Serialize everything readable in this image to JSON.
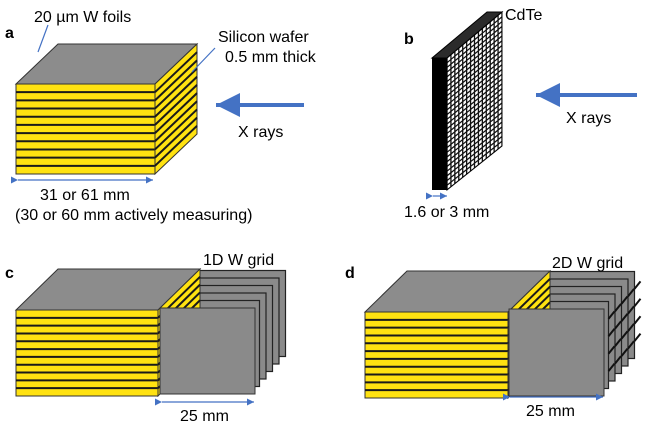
{
  "colors": {
    "yellow": "#FFE211",
    "stripe": "#1a1a1a",
    "gray_top": "#8c8c8c",
    "gray_plate": "#8a8a8a",
    "arrow_blue": "#4472C4",
    "cdte_front": "#000000"
  },
  "panels": {
    "a": {
      "letter": "a",
      "label_foils": "20 µm W foils",
      "label_wafer_line1": "Silicon wafer",
      "label_wafer_line2": "0.5 mm thick",
      "label_xrays": "X rays",
      "label_size_line1": "31 or 61 mm",
      "label_size_line2": "(30 or 60 mm actively measuring)"
    },
    "b": {
      "letter": "b",
      "label_material": "CdTe",
      "label_xrays": "X rays",
      "label_thickness": "1.6 or 3 mm"
    },
    "c": {
      "letter": "c",
      "label_grid": "1D W grid",
      "label_size": "25 mm"
    },
    "d": {
      "letter": "d",
      "label_grid": "2D W grid",
      "label_size": "25 mm"
    }
  }
}
